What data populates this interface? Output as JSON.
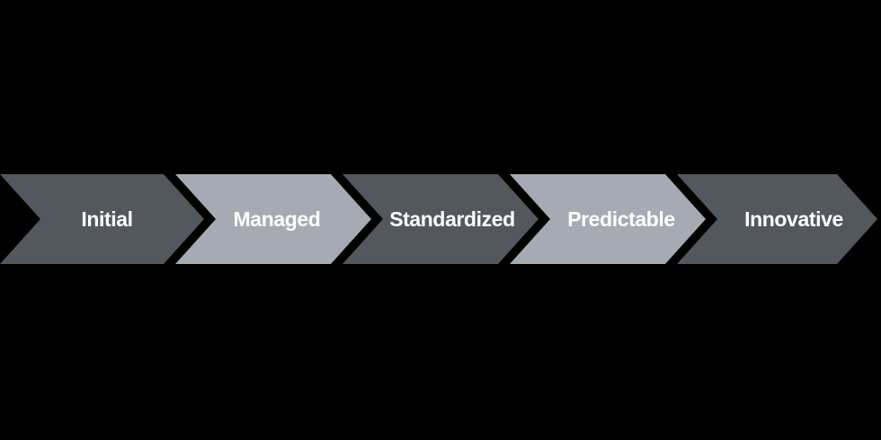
{
  "diagram": {
    "type": "process-chevron",
    "background_color": "#000000",
    "label_color": "#ffffff",
    "step_color_dark": "#53585f",
    "step_color_light": "#a6aab3",
    "steps": [
      {
        "label": "Initial",
        "fill": "#53585f"
      },
      {
        "label": "Managed",
        "fill": "#a6aab3"
      },
      {
        "label": "Standardized",
        "fill": "#53585f"
      },
      {
        "label": "Predictable",
        "fill": "#a6aab3"
      },
      {
        "label": "Innovative",
        "fill": "#53585f"
      }
    ]
  }
}
